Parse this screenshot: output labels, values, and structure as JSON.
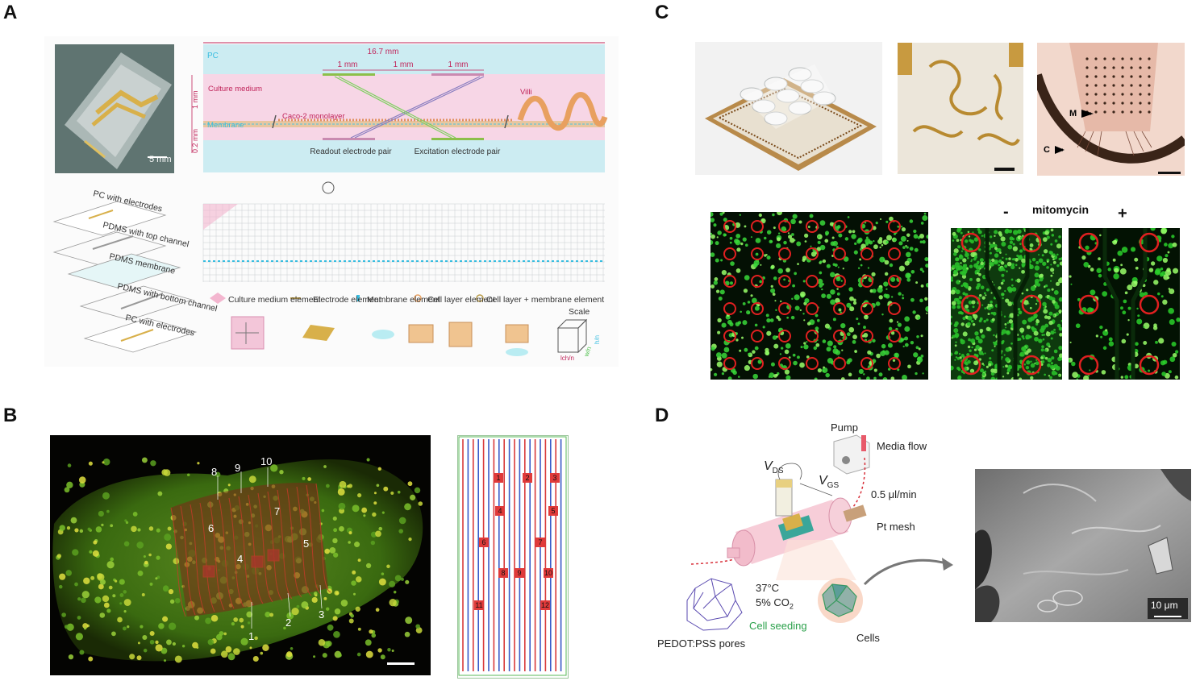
{
  "panels": {
    "a": {
      "letter": "A",
      "photo_scale": "5 mm",
      "schematic": {
        "total_length": "16.7 mm",
        "spacing": [
          "1 mm",
          "1 mm",
          "1 mm"
        ],
        "pc": "PC",
        "culture_medium": "Culture medium",
        "membrane": "Membrane",
        "monolayer": "Caco-2 monolayer",
        "villi": "Villi",
        "height_top": "1 mm",
        "height_bottom": "0.2 mm",
        "readout": "Readout electrode pair",
        "excitation": "Excitation electrode pair"
      },
      "layers": [
        "PC with electrodes",
        "PDMS with top channel",
        "PDMS membrane",
        "PDMS with bottom channel",
        "PC with electrodes"
      ],
      "legend": [
        "Culture medium element",
        "Electrode element",
        "Membrane element",
        "Cell layer element",
        "Cell layer + membrane element",
        "Scale"
      ],
      "scale_axes": [
        "lch/n",
        "w/n",
        "h/n"
      ]
    },
    "b": {
      "letter": "B",
      "electrode_numbers": [
        "1",
        "2",
        "3",
        "4",
        "5",
        "6",
        "7",
        "8",
        "9",
        "10"
      ],
      "grid_numbers": [
        "1",
        "2",
        "3",
        "4",
        "5",
        "6",
        "7",
        "8",
        "9",
        "10",
        "11",
        "12"
      ]
    },
    "c": {
      "letter": "C",
      "markers": [
        "M",
        "C"
      ],
      "treatment": "mitomycin",
      "minus": "-",
      "plus": "+"
    },
    "d": {
      "letter": "D",
      "pump": "Pump",
      "media_flow": "Media flow",
      "vds": "V",
      "vds_sub": "DS",
      "vgs": "V",
      "vgs_sub": "GS",
      "flow_rate": "0.5 μl/min",
      "pt_mesh": "Pt mesh",
      "temperature": "37°C",
      "co2": "5% CO",
      "co2_sub": "2",
      "cell_seeding": "Cell seeding",
      "pores": "PEDOT:PSS pores",
      "cells": "Cells",
      "sem_scale": "10 μm"
    }
  }
}
